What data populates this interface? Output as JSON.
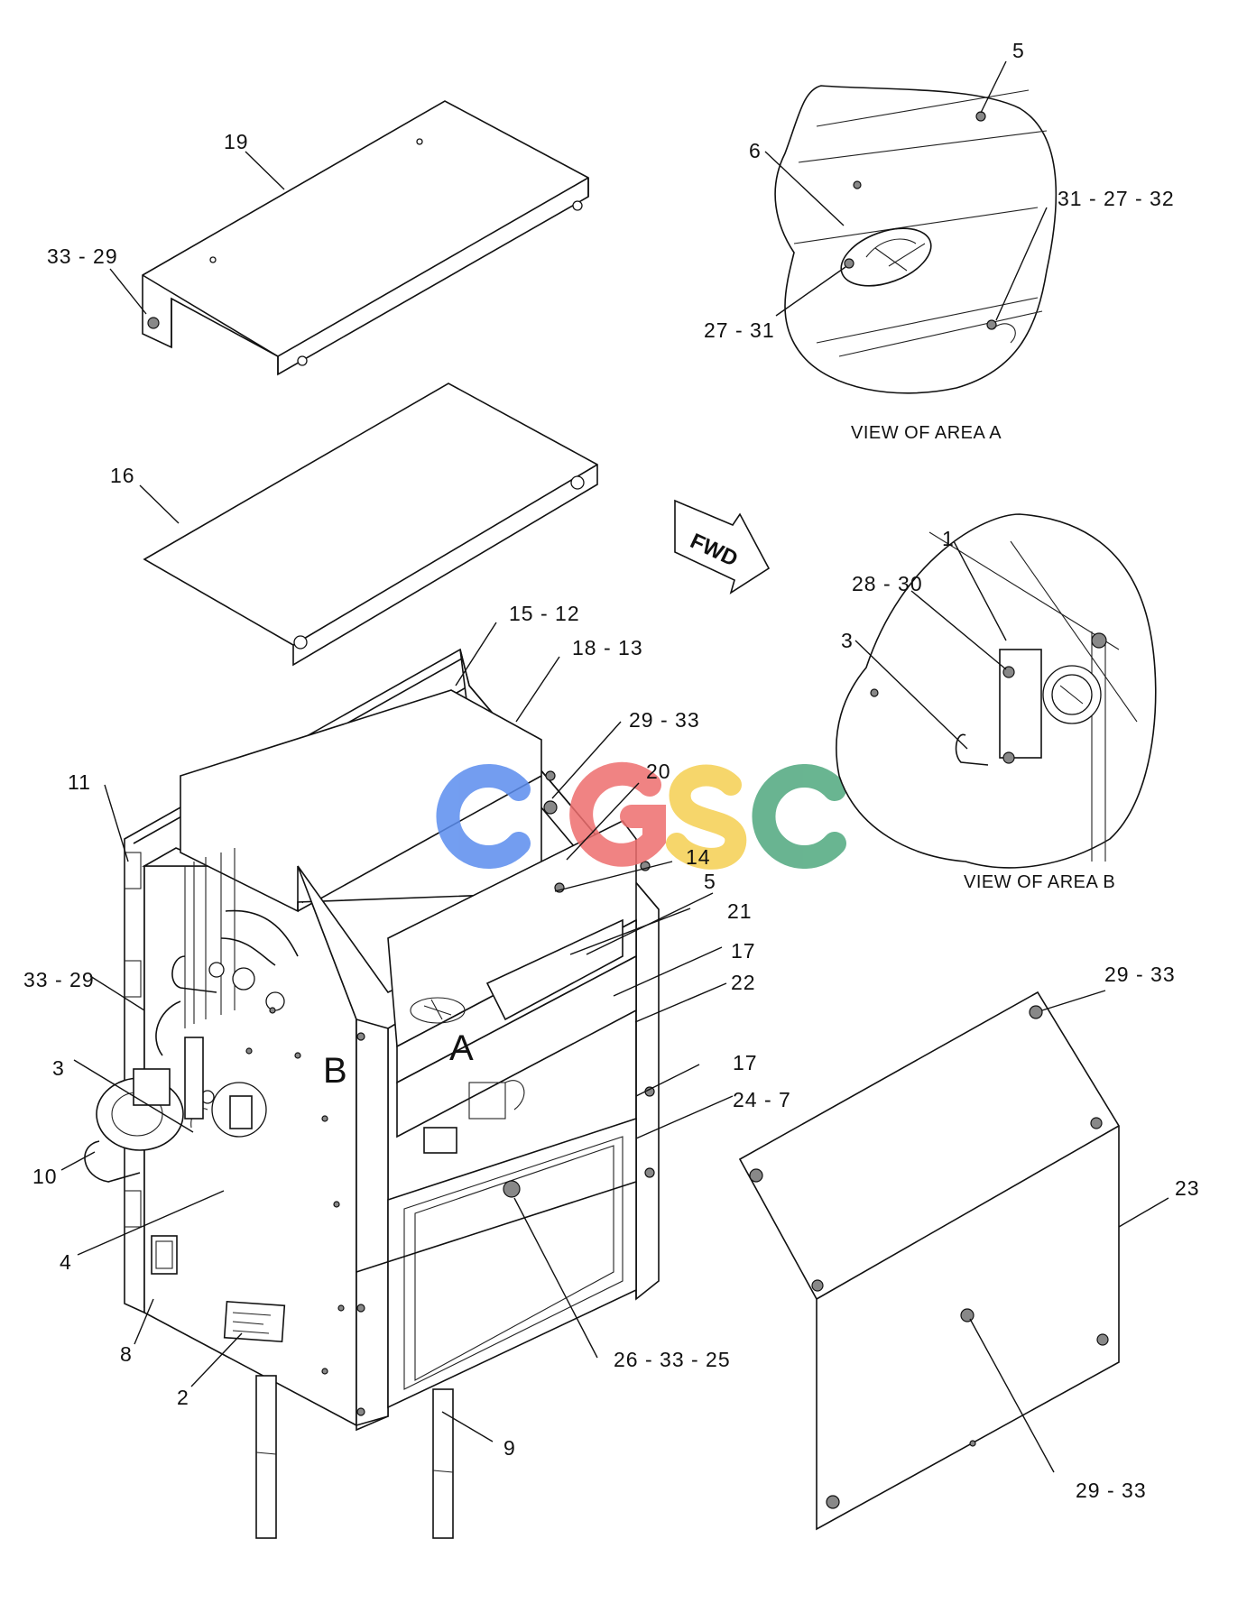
{
  "callouts": {
    "c19": "19",
    "c33_29_top": "33 - 29",
    "c16": "16",
    "c15_12": "15 - 12",
    "c18_13": "18 - 13",
    "c29_33_mid": "29 - 33",
    "c20": "20",
    "c14": "14",
    "c5_mid": "5",
    "c21": "21",
    "c17_a": "17",
    "c22": "22",
    "c17_b": "17",
    "c24_7": "24 - 7",
    "c11": "11",
    "c33_29_left": "33 - 29",
    "c3_left": "3",
    "c10": "10",
    "c4": "4",
    "c8": "8",
    "c2": "2",
    "c26_33_25": "26 - 33 - 25",
    "c9": "9",
    "c5_top": "5",
    "c6": "6",
    "c31_27_32": "31 - 27 - 32",
    "c27_31": "27 - 31",
    "c1": "1",
    "c28_30": "28 - 30",
    "c3_right": "3",
    "c29_33_panel_top": "29 - 33",
    "c23": "23",
    "c29_33_panel_bottom": "29 - 33"
  },
  "captions": {
    "view_a": "VIEW OF AREA A",
    "view_b": "VIEW OF AREA B"
  },
  "area_letters": {
    "a": "A",
    "b": "B"
  },
  "fwd_label": "FWD",
  "watermark": {
    "text": "CGSC",
    "colors": [
      "#5b8dee",
      "#ee6e6e",
      "#f5cf52",
      "#4fa87e"
    ]
  }
}
